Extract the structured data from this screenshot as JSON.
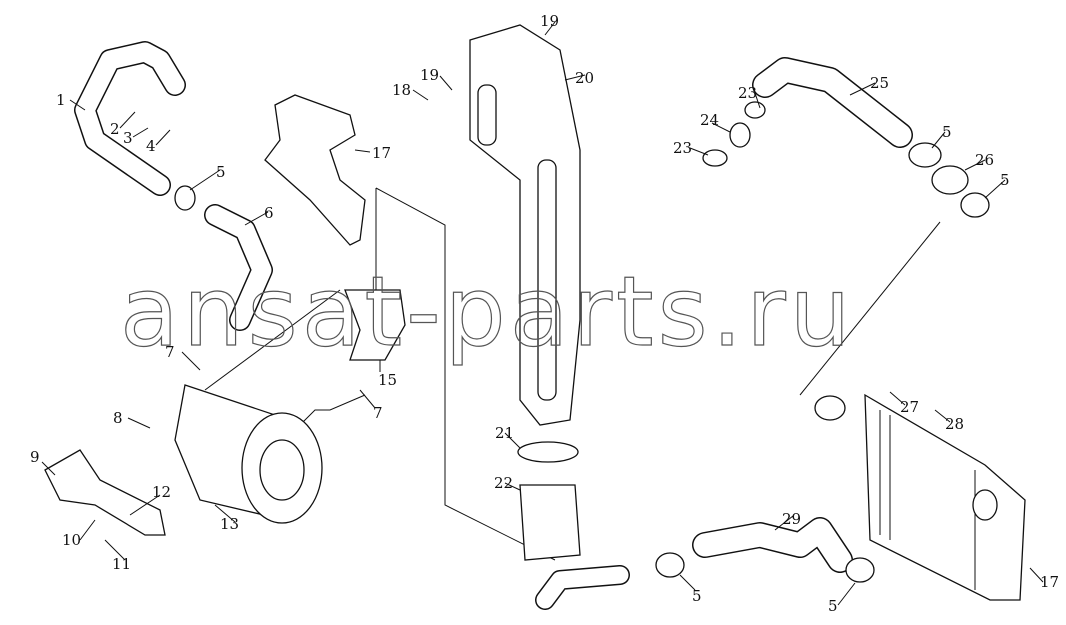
{
  "diagram": {
    "watermark": "ansat-parts.ru",
    "callouts": [
      "1",
      "2",
      "3",
      "4",
      "5",
      "6",
      "7",
      "8",
      "9",
      "10",
      "11",
      "12",
      "13",
      "15",
      "17",
      "18",
      "19",
      "19",
      "20",
      "21",
      "22",
      "23",
      "24",
      "23",
      "25",
      "5",
      "26",
      "5",
      "27",
      "28",
      "29",
      "5",
      "5",
      "17",
      "7"
    ]
  }
}
